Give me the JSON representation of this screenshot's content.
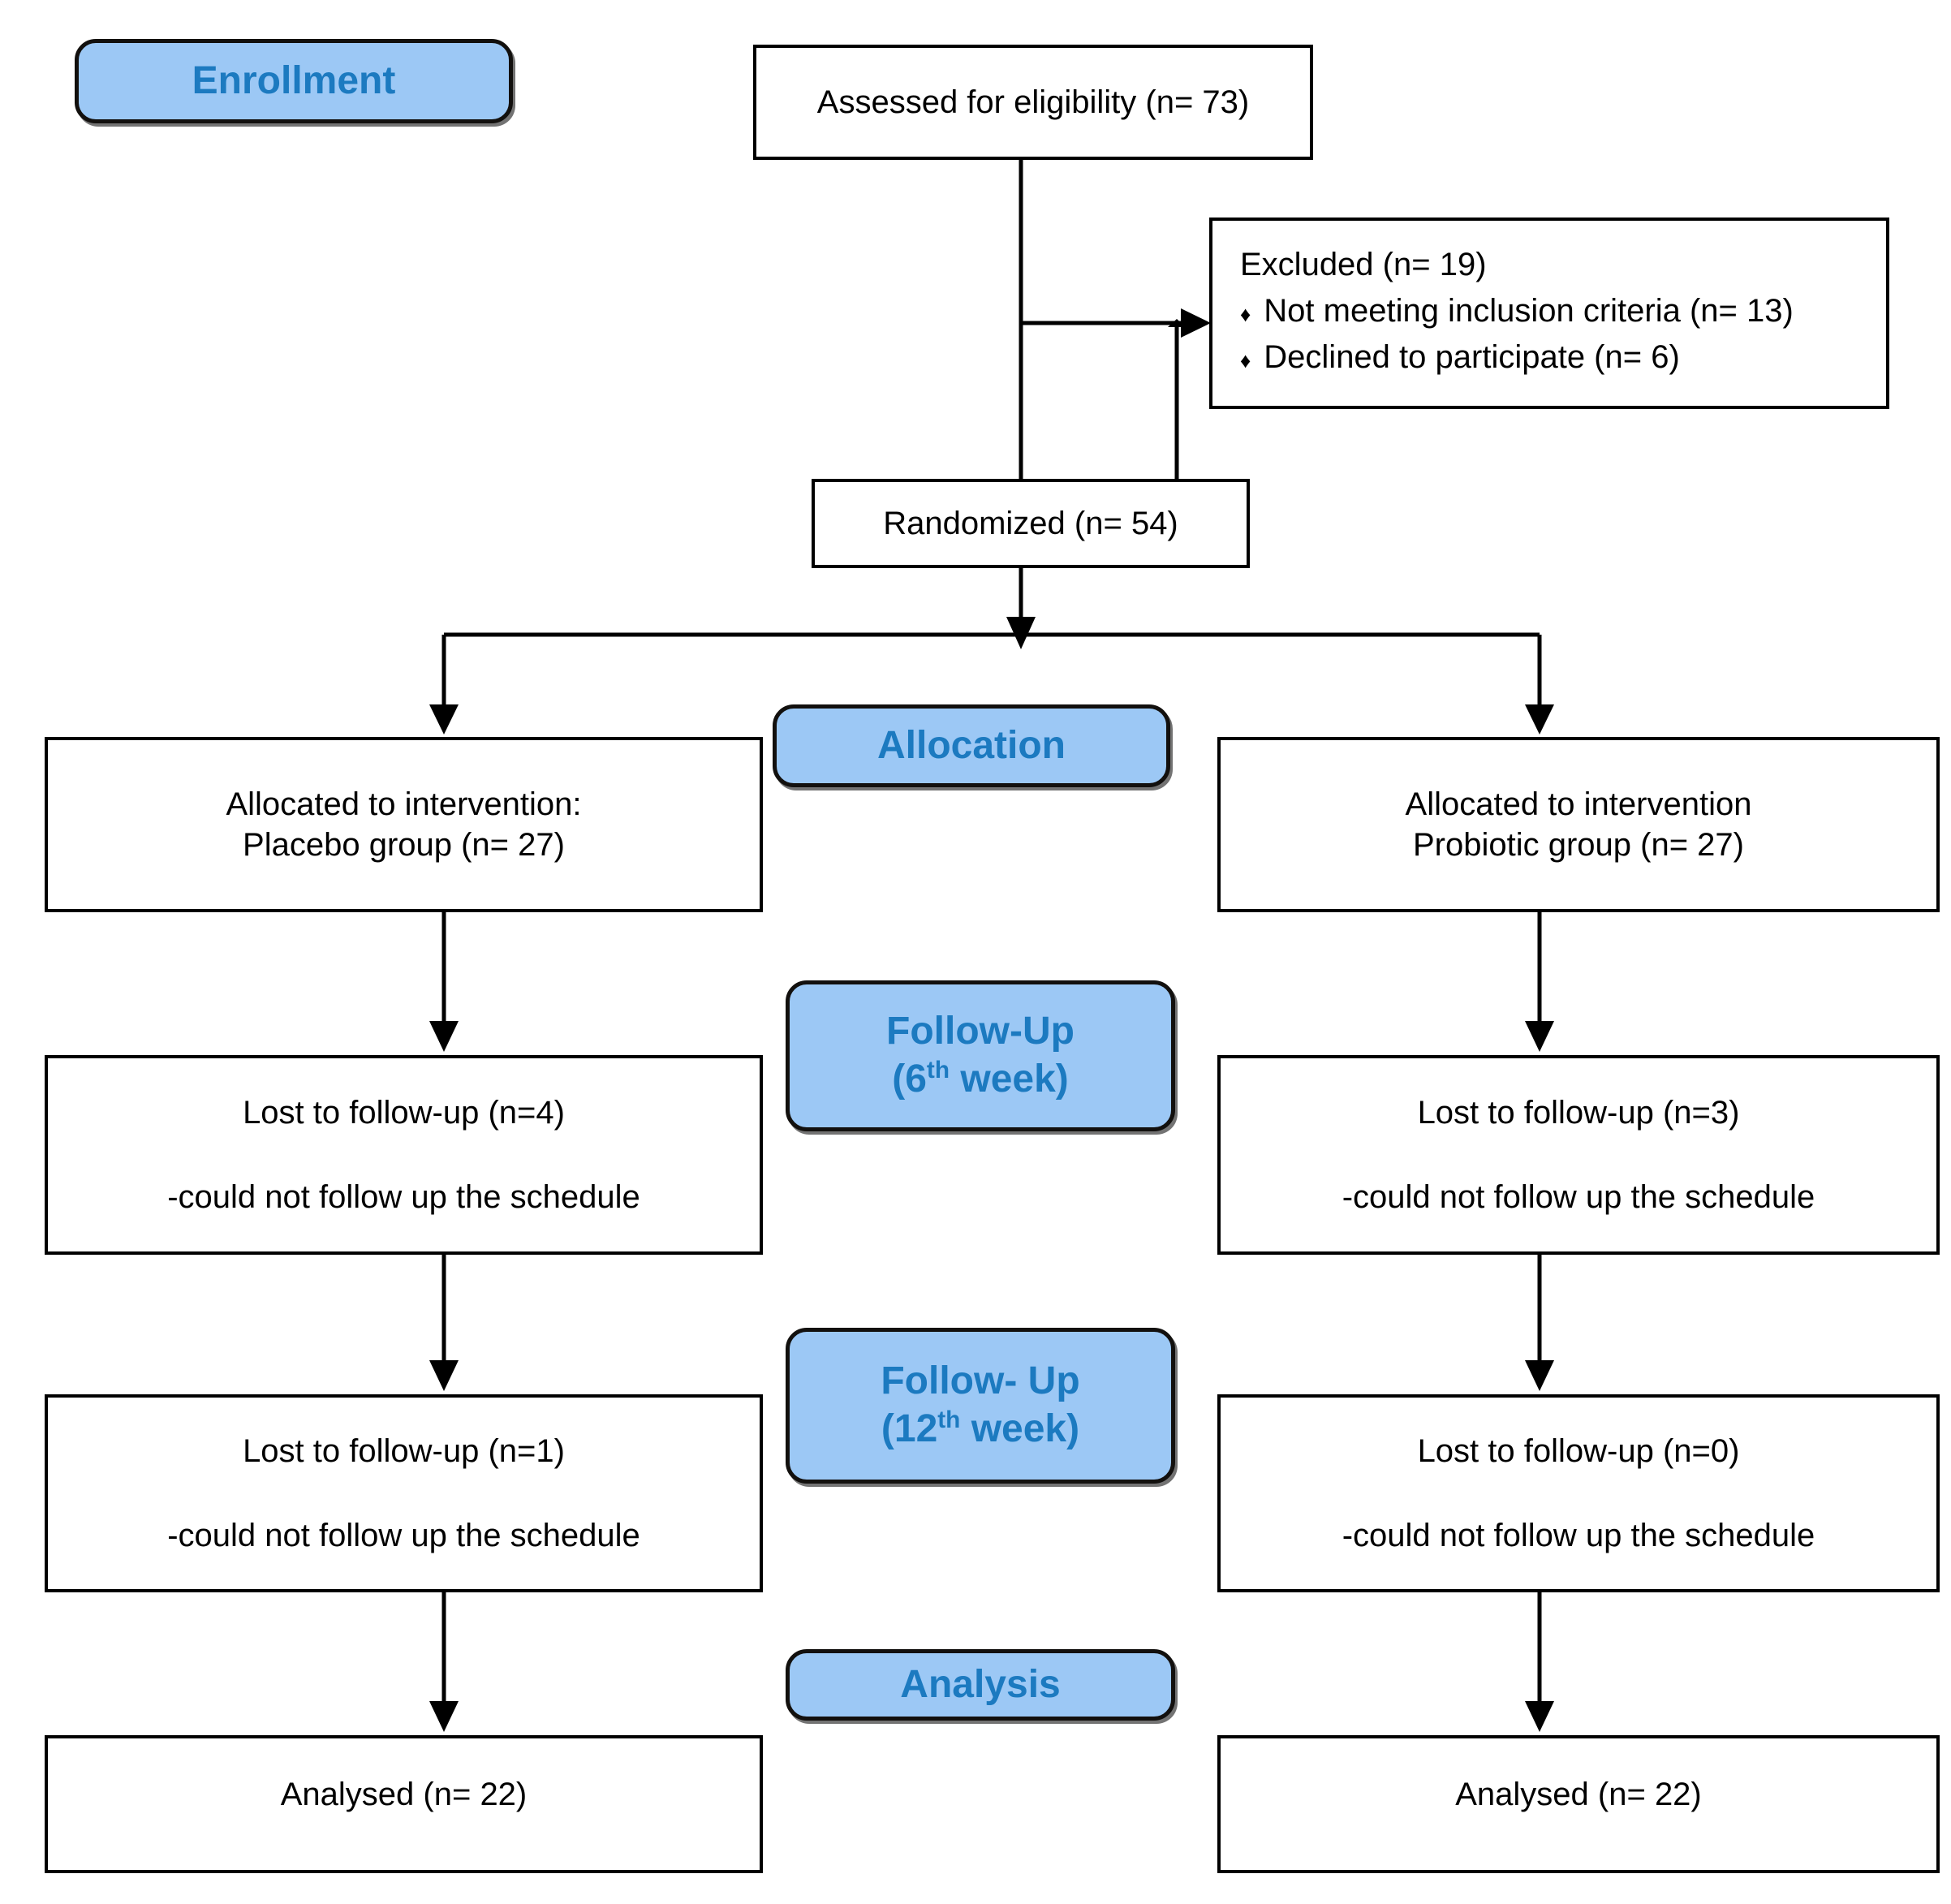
{
  "diagram": {
    "title": "CONSORT participant flow diagram",
    "colors": {
      "badge_fill": "#9CC8F5",
      "badge_text": "#1C7AC0",
      "badge_border": "#12100E",
      "box_border": "#000000",
      "box_fill": "#FFFFFF",
      "text": "#000000"
    }
  },
  "stages": {
    "enrollment": "Enrollment",
    "allocation": "Allocation",
    "followup6_line1": "Follow-Up",
    "followup6_line2_pre": "(6",
    "followup6_sup": "th",
    "followup6_line2_post": " week)",
    "followup12_line1": "Follow- Up",
    "followup12_line2_pre": "(12",
    "followup12_sup": "th",
    "followup12_line2_post": " week)",
    "analysis": "Analysis"
  },
  "nodes": {
    "assessed": "Assessed for eligibility (n= 73)",
    "excluded": {
      "title": "Excluded (n= 19)",
      "bullet_glyph": "♦",
      "items": [
        "Not meeting inclusion criteria (n= 13)",
        "Declined to participate (n= 6)"
      ]
    },
    "randomized": "Randomized (n= 54)",
    "alloc_left_line1": "Allocated to intervention:",
    "alloc_left_line2": "Placebo group (n= 27)",
    "alloc_right_line1": "Allocated to intervention",
    "alloc_right_line2": "Probiotic group (n= 27)",
    "lost6_left_line1": "Lost to follow-up (n=4)",
    "lost6_left_line2": "-could not follow up the schedule",
    "lost6_right_line1": "Lost to follow-up (n=3)",
    "lost6_right_line2": "-could not follow up the schedule",
    "lost12_left_line1": "Lost to follow-up (n=1)",
    "lost12_left_line2": "-could not follow up the schedule",
    "lost12_right_line1": "Lost to follow-up (n=0)",
    "lost12_right_line2": "-could not follow up the schedule",
    "analysed_left": "Analysed (n= 22)",
    "analysed_right": "Analysed (n= 22)"
  }
}
